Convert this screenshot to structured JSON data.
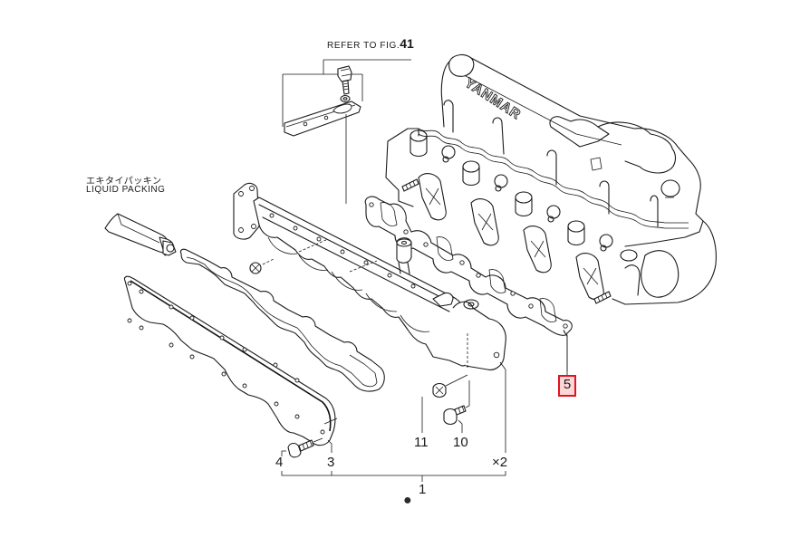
{
  "diagram": {
    "type": "exploded-parts-diagram",
    "subject": "Exhaust manifold assembly",
    "brand_marking": "YANMAR",
    "highlight_color": "#e0141e",
    "highlight_fill": "#ffd6d6",
    "reference_note": {
      "prefix": "REFER TO FIG.",
      "figure_number": "41"
    },
    "liquid_packing": {
      "japanese": "エキタイパッキン",
      "english": "LIQUID PACKING"
    },
    "callouts": [
      {
        "id": "1",
        "label": "1",
        "part": "exhaust manifold assembly"
      },
      {
        "id": "2",
        "label": "×2",
        "part": "stud (quantity 2)"
      },
      {
        "id": "3",
        "label": "3",
        "part": "heat shield / cover plate"
      },
      {
        "id": "4",
        "label": "4",
        "part": "bolt"
      },
      {
        "id": "5",
        "label": "5",
        "part": "manifold gasket",
        "highlighted": true
      },
      {
        "id": "10",
        "label": "10",
        "part": "bolt"
      },
      {
        "id": "11",
        "label": "11",
        "part": "nut"
      }
    ],
    "marker": "●"
  }
}
